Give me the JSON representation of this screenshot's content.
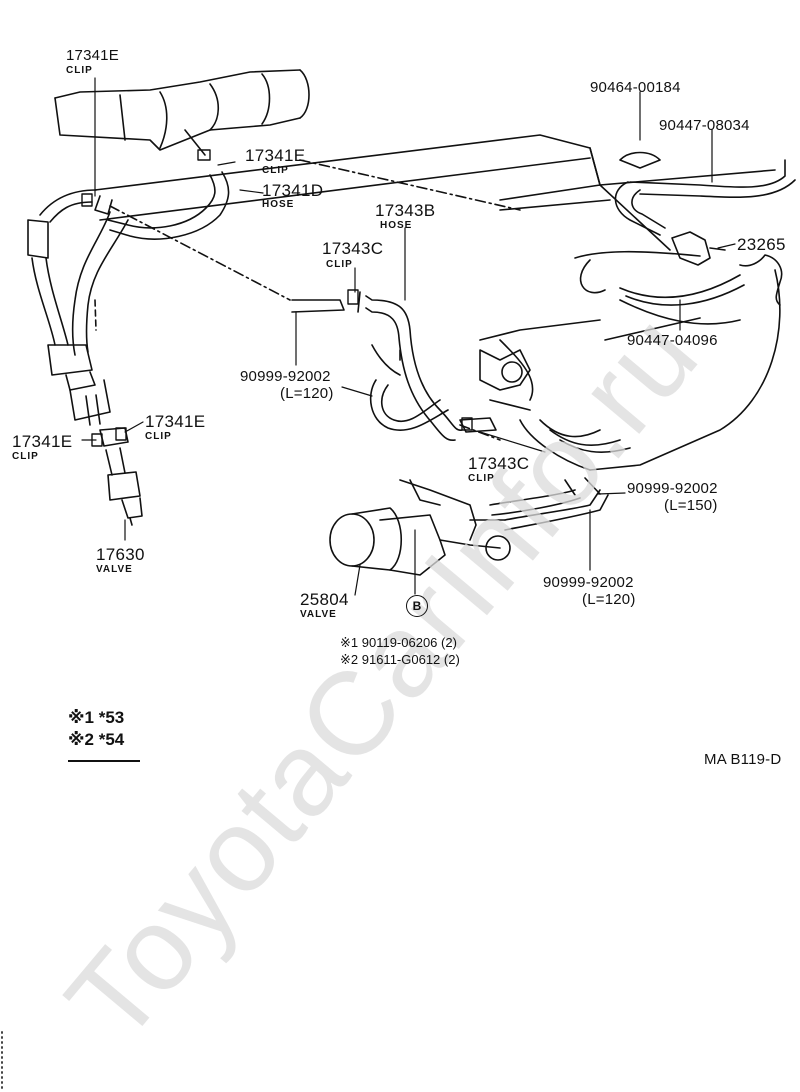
{
  "watermark": "ToyotaCarInfo.ru",
  "labels": {
    "clip_top_left_pn": "17341E",
    "clip_top_left_sub": "CLIP",
    "clip_mid_pn": "17341E",
    "clip_mid_sub": "CLIP",
    "hose_d_pn": "17341D",
    "hose_d_sub": "HOSE",
    "hose_b_pn": "17343B",
    "hose_b_sub": "HOSE",
    "clip_c_top_pn": "17343C",
    "clip_c_top_sub": "CLIP",
    "clip_c_bottom_pn": "17343C",
    "clip_c_bottom_sub": "CLIP",
    "part_90464": "90464-00184",
    "part_90447_08034": "90447-08034",
    "part_23265": "23265",
    "part_90447_04096": "90447-04096",
    "hose_120_a_pn": "90999-92002",
    "hose_120_a_len": "(L=120)",
    "hose_150_pn": "90999-92002",
    "hose_150_len": "(L=150)",
    "hose_120_b_pn": "90999-92002",
    "hose_120_b_len": "(L=120)",
    "clip_right_pn": "17341E",
    "clip_right_sub": "CLIP",
    "clip_left_pn": "17341E",
    "clip_left_sub": "CLIP",
    "valve_17630_pn": "17630",
    "valve_17630_sub": "VALVE",
    "valve_25804_pn": "25804",
    "valve_25804_sub": "VALVE",
    "circle_b": "B",
    "note_1": "※1 90119-06206 (2)",
    "note_2": "※2 91611-G0612 (2)",
    "legend_1": "※1 *53",
    "legend_2": "※2 *54",
    "code": "MA  B119-D"
  }
}
